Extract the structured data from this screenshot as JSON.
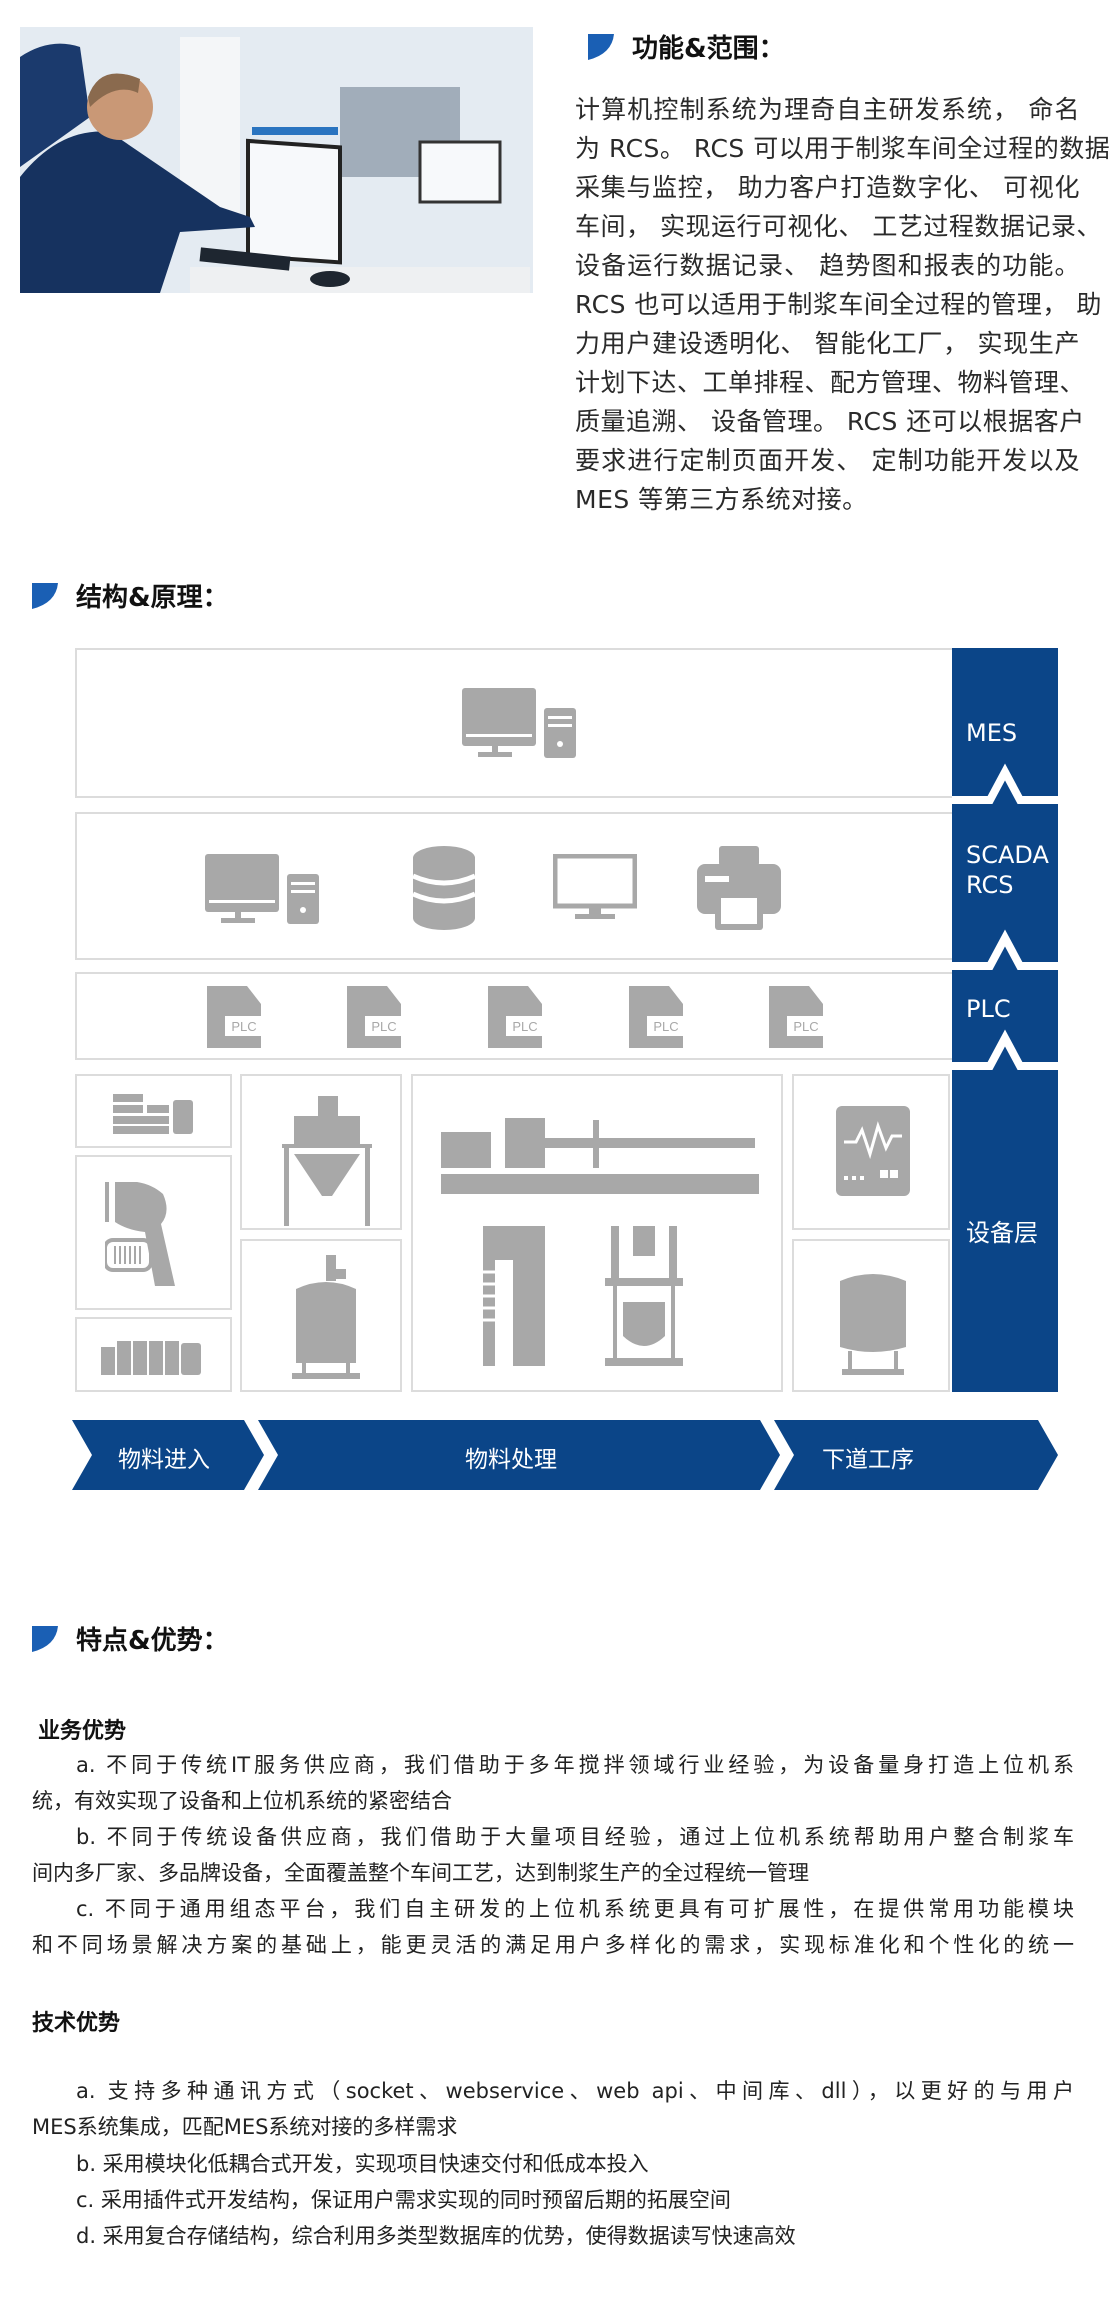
{
  "colors": {
    "accent": "#0b4588",
    "icon_blue": "#1a5fb4",
    "icon_gray": "#a8a8a8"
  },
  "section1": {
    "title": "功能&范围：",
    "lines": [
      " 计算机控制系统为理奇自主研发系统，  命名",
      "为 RCS。 RCS 可以用于制浆车间全过程的数据",
      "采集与监控，  助力客户打造数字化、  可视化",
      "车间，  实现运行可视化、  工艺过程数据记录、",
      "设备运行数据记录、  趋势图和报表的功能。",
      "RCS 也可以适用于制浆车间全过程的管理，  助",
      "力用户建设透明化、  智能化工厂，  实现生产",
      "计划下达、工单排程、配方管理、物料管理、",
      "质量追溯、  设备管理。 RCS 还可以根据客户",
      "要求进行定制页面开发、  定制功能开发以及",
      "MES 等第三方系统对接。"
    ]
  },
  "section2": {
    "title": "结构&原理：",
    "layers": {
      "mes": "MES",
      "scada": "SCADA",
      "rcs": "RCS",
      "plc": "PLC",
      "equipment": "设备层"
    },
    "plc_icon_label": "PLC",
    "flow": [
      "物料进入",
      "物料处理",
      "下道工序"
    ]
  },
  "section3": {
    "title": "特点&优势：",
    "business": {
      "title": "业务优势",
      "lines": [
        "a.   不同于传统IT服务供应商，我们借助于多年搅拌领域行业经验，为设备量身打造上位机系",
        "统，有效实现了设备和上位机系统的紧密结合",
        "b.   不同于传统设备供应商，我们借助于大量项目经验，通过上位机系统帮助用户整合制浆车",
        "间内多厂家、多品牌设备，全面覆盖整个车间工艺，达到制浆生产的全过程统一管理",
        "c.   不同于通用组态平台，我们自主研发的上位机系统更具有可扩展性，在提供常用功能模块",
        "和不同场景解决方案的基础上，能更灵活的满足用户多样化的需求，实现标准化和个性化的统一"
      ]
    },
    "technical": {
      "title": "技术优势",
      "lines": [
        "a.   支持多种通讯方式（socket、webservice、web api、中间库、dll），以更好的与用户",
        "MES系统集成，匹配MES系统对接的多样需求",
        "b.   采用模块化低耦合式开发，实现项目快速交付和低成本投入",
        "c.    采用插件式开发结构，保证用户需求实现的同时预留后期的拓展空间",
        "d.   采用复合存储结构，综合利用多类型数据库的优势，使得数据读写快速高效"
      ]
    }
  }
}
